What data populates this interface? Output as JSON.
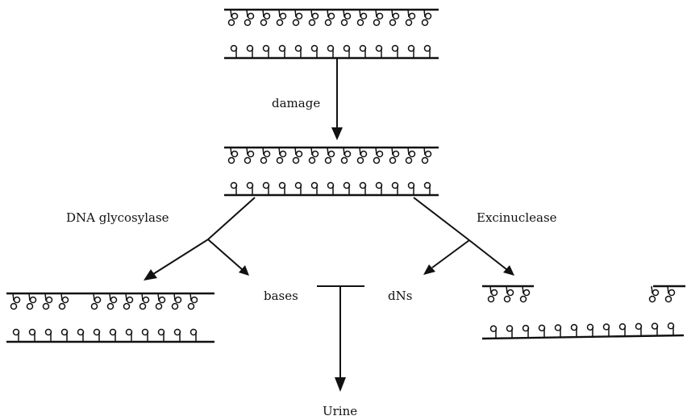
{
  "labels": {
    "damage": "damage",
    "dna_glycosylase": "DNA glycosylase",
    "excinuclease": "Excinuclease",
    "bases": "bases",
    "dns": "dNs",
    "urine": "Urine"
  },
  "colors": {
    "ink": "#111111",
    "background": "#ffffff"
  }
}
